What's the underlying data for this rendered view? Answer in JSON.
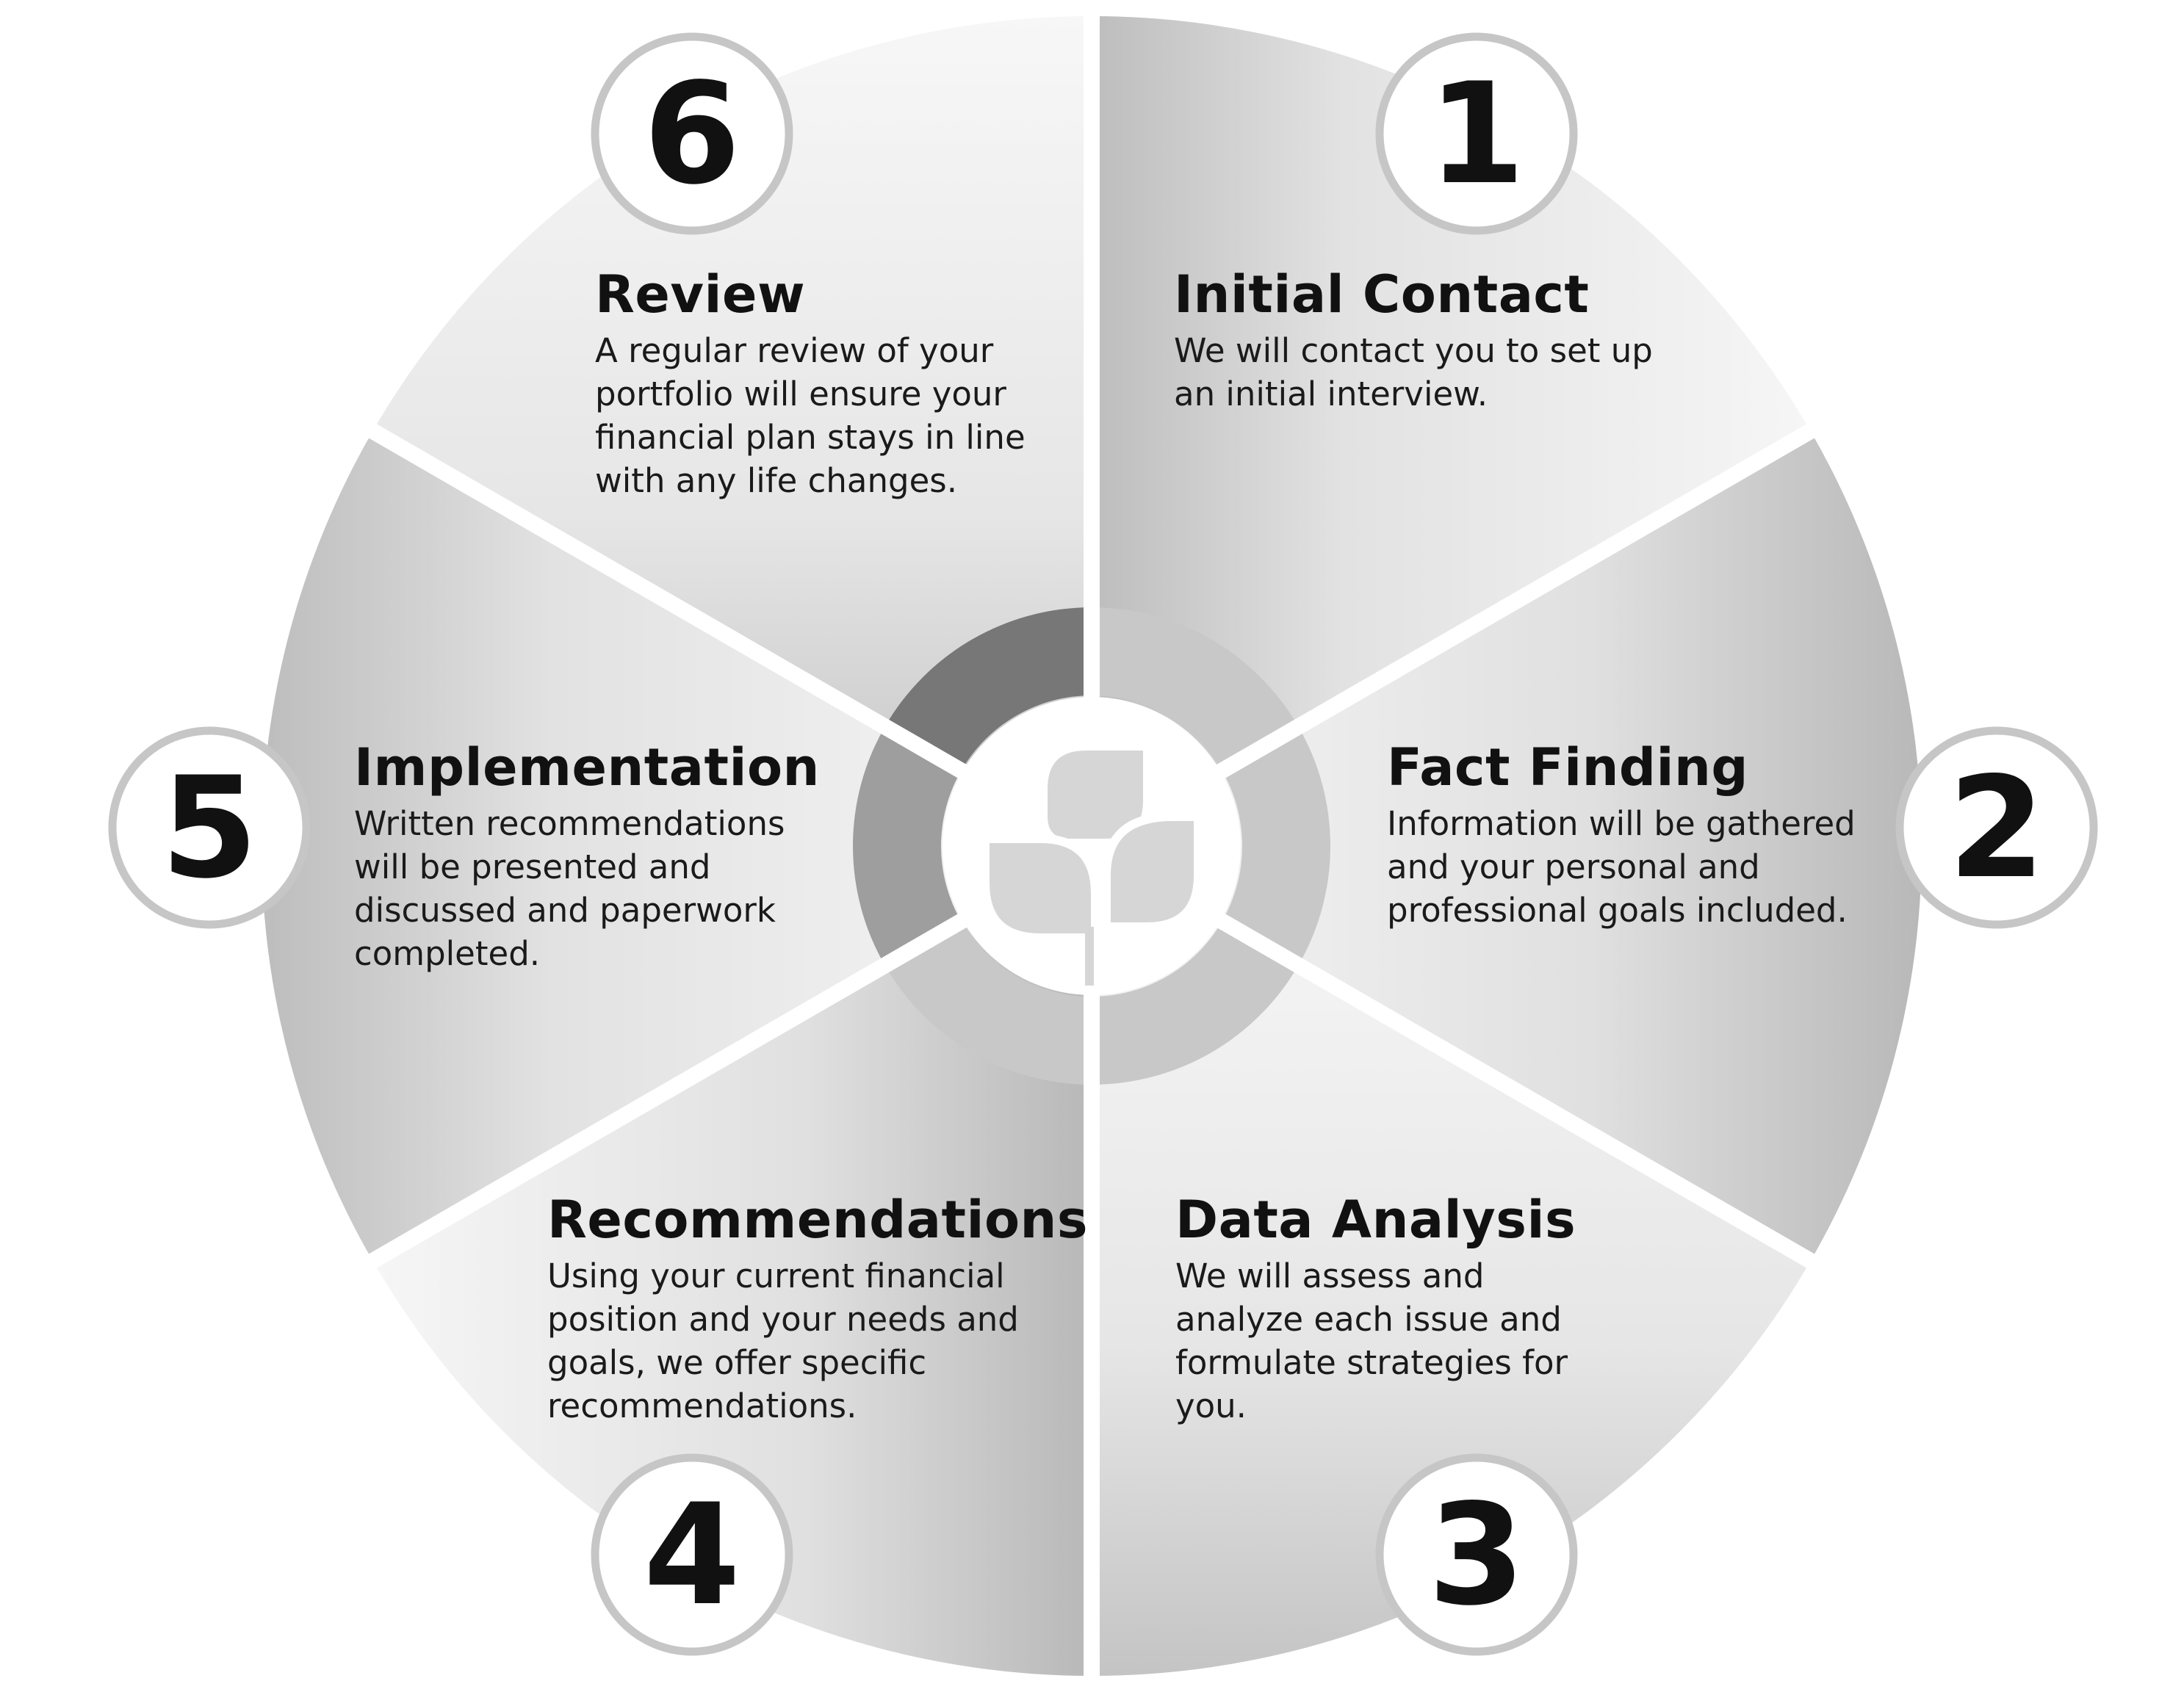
{
  "colors": {
    "segment_light": "#f3f3f3",
    "segment_mid": "#d9d9d9",
    "segment_dark": "#b4b4b4",
    "inner_ring_dark": "#777777",
    "inner_ring_mid": "#9e9e9e",
    "inner_ring_light": "#c8c8c8",
    "badge_ring": "#c6c6c6",
    "logo_fill": "#d6d6d6",
    "text": "#111111"
  },
  "center_icon": "leaf-logo-icon",
  "steps": [
    {
      "number": "1",
      "title": "Initial Contact",
      "description": "We will contact you to set up an initial interview."
    },
    {
      "number": "2",
      "title": "Fact Finding",
      "description": "Information will be gathered and your personal and professional goals included."
    },
    {
      "number": "3",
      "title": "Data Analysis",
      "description": "We will assess and analyze each issue and formulate strategies for you."
    },
    {
      "number": "4",
      "title": "Recommendations",
      "description": "Using your current financial position and your needs and goals, we offer specific recommendations."
    },
    {
      "number": "5",
      "title": "Implementation",
      "description": "Written recommendations will be presented and discussed and paperwork completed."
    },
    {
      "number": "6",
      "title": "Review",
      "description": "A regular review of your portfolio will ensure your financial plan stays in line with any life changes."
    }
  ]
}
